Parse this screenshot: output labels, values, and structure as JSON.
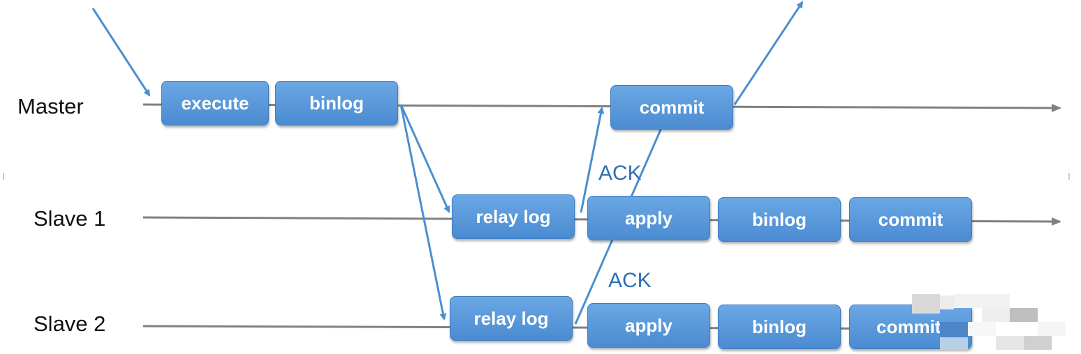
{
  "lanes": {
    "master": "Master",
    "slave1": "Slave 1",
    "slave2": "Slave 2"
  },
  "master_boxes": {
    "execute": "execute",
    "binlog": "binlog",
    "commit": "commit"
  },
  "slave1_boxes": {
    "relay_log": "relay log",
    "apply": "apply",
    "binlog": "binlog",
    "commit": "commit"
  },
  "slave2_boxes": {
    "relay_log": "relay log",
    "apply": "apply",
    "binlog": "binlog",
    "commit": "commit"
  },
  "ack_labels": {
    "slave1": "ACK",
    "slave2": "ACK"
  },
  "colors": {
    "box_fill": "#5b9bd5",
    "arrow": "#4a8fd0",
    "timeline": "#808080",
    "ack_text": "#2f6fb4"
  }
}
